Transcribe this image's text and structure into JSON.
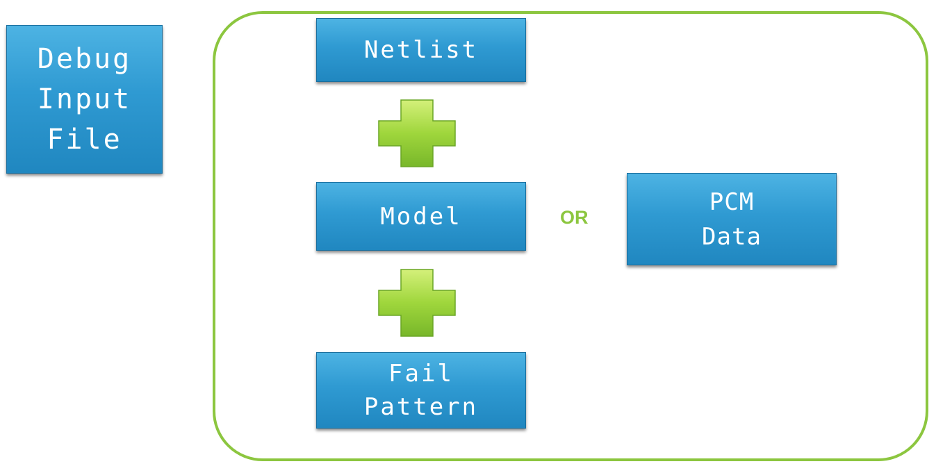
{
  "debug_input": {
    "lines": [
      "Debug",
      "Input",
      "File"
    ]
  },
  "netlist": {
    "lines": [
      "Netlist"
    ]
  },
  "model": {
    "lines": [
      "Model"
    ]
  },
  "fail_pattern": {
    "lines": [
      "Fail",
      "Pattern"
    ]
  },
  "pcm_data": {
    "lines": [
      "PCM",
      "Data"
    ]
  },
  "or_label": "OR",
  "colors": {
    "box_blue": "#2f9ad2",
    "accent_green": "#8cc63f",
    "text_white": "#ffffff"
  },
  "icons": [
    "plus-icon",
    "plus-icon"
  ]
}
